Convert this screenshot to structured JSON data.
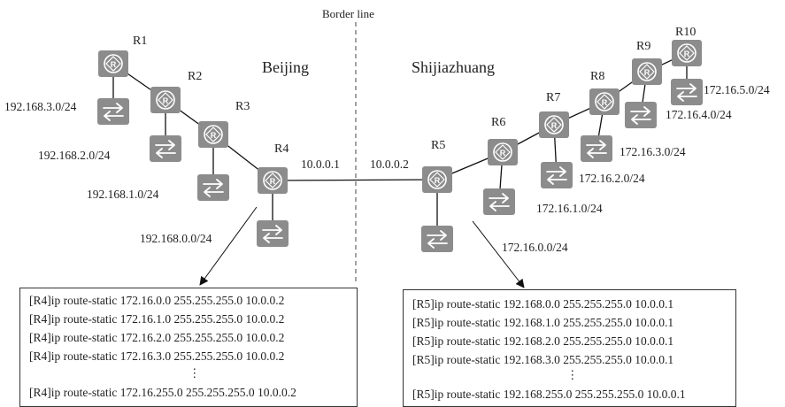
{
  "border_line_label": "Border line",
  "regions": {
    "left": "Beijing",
    "right": "Shijiazhuang"
  },
  "routers": [
    "R1",
    "R2",
    "R3",
    "R4",
    "R5",
    "R6",
    "R7",
    "R8",
    "R9",
    "R10"
  ],
  "link_ips": {
    "r4": "10.0.0.1",
    "r5": "10.0.0.2"
  },
  "beijing_networks": [
    "192.168.3.0/24",
    "192.168.2.0/24",
    "192.168.1.0/24",
    "192.168.0.0/24"
  ],
  "shijiazhuang_networks": [
    "172.16.5.0/24",
    "172.16.4.0/24",
    "172.16.3.0/24",
    "172.16.2.0/24",
    "172.16.1.0/24",
    "172.16.0.0/24"
  ],
  "r4_config": {
    "lines": [
      "[R4]ip route-static 172.16.0.0 255.255.255.0 10.0.0.2",
      "[R4]ip route-static 172.16.1.0 255.255.255.0 10.0.0.2",
      "[R4]ip route-static 172.16.2.0 255.255.255.0 10.0.0.2",
      "[R4]ip route-static 172.16.3.0 255.255.255.0 10.0.0.2"
    ],
    "ellipsis": "⋮",
    "last": "[R4]ip route-static 172.16.255.0 255.255.255.0 10.0.0.2"
  },
  "r5_config": {
    "lines": [
      "[R5]ip route-static 192.168.0.0 255.255.255.0 10.0.0.1",
      "[R5]ip route-static 192.168.1.0 255.255.255.0 10.0.0.1",
      "[R5]ip route-static 192.168.2.0 255.255.255.0 10.0.0.1",
      "[R5]ip route-static 192.168.3.0 255.255.255.0 10.0.0.1"
    ],
    "ellipsis": "⋮",
    "last": "[R5]ip route-static 192.168.255.0 255.255.255.0 10.0.0.1"
  },
  "colors": {
    "device": "#8c8c8c",
    "line": "#111111"
  },
  "icons": {
    "router": "router-icon",
    "switch": "switch-icon"
  }
}
